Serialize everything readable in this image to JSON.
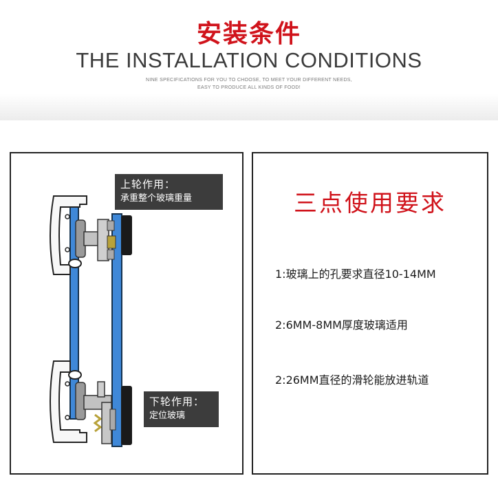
{
  "header": {
    "title_cn": "安装条件",
    "title_en": "THE INSTALLATION CONDITIONS",
    "subtitle_line1": "NINE SPECIFICATIONS FOR YOU TO CHOOSE, TO MEET YOUR DIFFERENT NEEDS,",
    "subtitle_line2": "EASY TO PRODUCE ALL KINDS OF FOOD!"
  },
  "left_panel": {
    "top_callout": {
      "title": "上轮作用：",
      "desc": "承重整个玻璃重量"
    },
    "bottom_callout": {
      "title": "下轮作用：",
      "desc": "定位玻璃"
    }
  },
  "right_panel": {
    "title": "三点使用要求",
    "requirements": [
      "1:玻璃上的孔要求直径10-14MM",
      "2:6MM-8MM厚度玻璃适用",
      "2:26MM直径的滑轮能放进轨道"
    ]
  },
  "colors": {
    "title_red": "#d0131b",
    "glass_blue": "#3f88d8",
    "callout_bg": "#3c3c3c",
    "frame_border": "#222222"
  }
}
